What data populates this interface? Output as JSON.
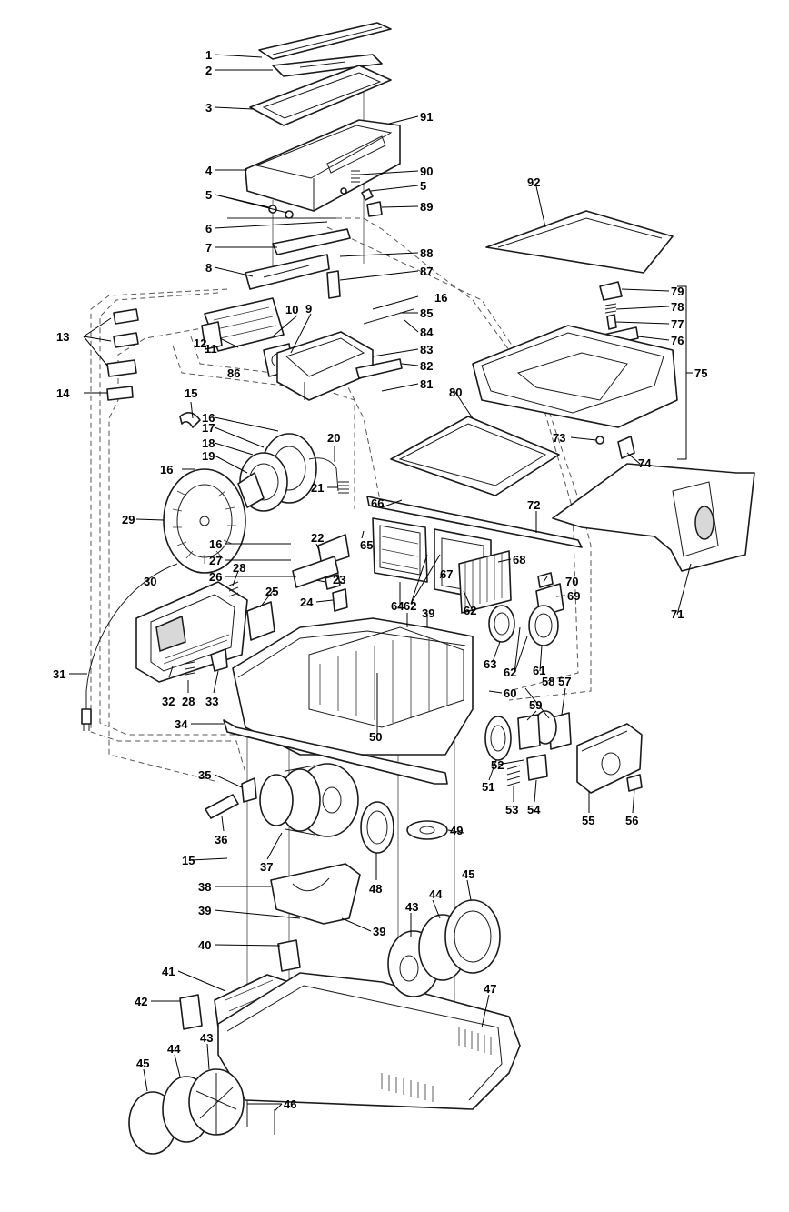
{
  "diagram": {
    "callouts": {
      "c1": "1",
      "c2": "2",
      "c3": "3",
      "c4": "4",
      "c5": "5",
      "c6": "6",
      "c7": "7",
      "c8": "8",
      "c9": "9",
      "c10": "10",
      "c11": "11",
      "c12": "12",
      "c13": "13",
      "c14": "14",
      "c15": "15",
      "c16": "16",
      "c17": "17",
      "c18": "18",
      "c19": "19",
      "c20": "20",
      "c21": "21",
      "c22": "22",
      "c23": "23",
      "c24": "24",
      "c25": "25",
      "c26": "26",
      "c27": "27",
      "c28": "28",
      "c29": "29",
      "c30": "30",
      "c31": "31",
      "c32": "32",
      "c33": "33",
      "c34": "34",
      "c35": "35",
      "c36": "36",
      "c37": "37",
      "c38": "38",
      "c39": "39",
      "c40": "40",
      "c41": "41",
      "c42": "42",
      "c43": "43",
      "c44": "44",
      "c45": "45",
      "c46": "46",
      "c47": "47",
      "c48": "48",
      "c49": "49",
      "c50": "50",
      "c51": "51",
      "c52": "52",
      "c53": "53",
      "c54": "54",
      "c55": "55",
      "c56": "56",
      "c57": "57",
      "c58": "58",
      "c59": "59",
      "c60": "60",
      "c61": "61",
      "c62": "62",
      "c63": "63",
      "c64": "64",
      "c65": "65",
      "c66": "66",
      "c67": "67",
      "c68": "68",
      "c69": "69",
      "c70": "70",
      "c71": "71",
      "c72": "72",
      "c73": "73",
      "c74": "74",
      "c75": "75",
      "c76": "76",
      "c77": "77",
      "c78": "78",
      "c79": "79",
      "c80": "80",
      "c81": "81",
      "c82": "82",
      "c83": "83",
      "c84": "84",
      "c85": "85",
      "c86": "86",
      "c87": "87",
      "c88": "88",
      "c89": "89",
      "c90": "90",
      "c91": "91",
      "c92": "92"
    }
  }
}
